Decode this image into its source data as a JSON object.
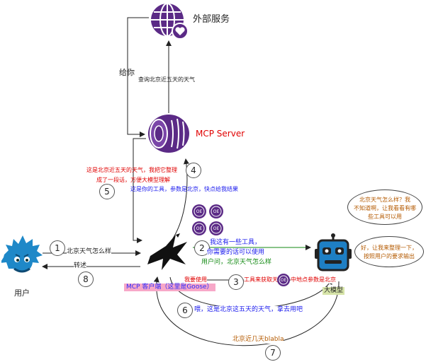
{
  "nodes": {
    "external_service": {
      "label": "外部服务"
    },
    "mcp_server": {
      "label": "MCP Server",
      "color": "#e00000"
    },
    "mcp_client": {
      "label": "MCP 客户端（这里是Goose）",
      "highlight": "#f7a8c8",
      "color": "#2b2bff"
    },
    "user": {
      "label": "用户"
    },
    "llm": {
      "label": "大模型",
      "highlight": "#d6e4a8"
    }
  },
  "edges": {
    "give_you": "给你",
    "query_weather": "查询北京近五天的天气",
    "summary_line1": "这是北京近五天的天气，我把它整理",
    "summary_line2": "成了一段话，方便大模型理解",
    "tools_msg": "这是你的工具，参数是北京，快点给我结果",
    "user_question": "北京天气怎么样",
    "forward": "转述",
    "client_to_llm_line1": "我这有一些工具，",
    "client_to_llm_line2": "你需要的话可以使用",
    "client_to_llm_line3": "用户问，北京天气怎么样",
    "llm_tool_call_a": "我要使用",
    "llm_tool_call_b": "工具来获取天气，",
    "llm_tool_call_c": "中地点参数是北京",
    "client_return": "喂，这是北京这五天的天气，拿去用吧",
    "llm_answer": "北京近几天blabla"
  },
  "steps": [
    "1",
    "2",
    "3",
    "4",
    "5",
    "6",
    "7",
    "8"
  ],
  "tool_icon_text": "OE",
  "bubbles": {
    "thought_line1": "北京天气怎么样？我",
    "thought_line2": "不知道啊，让我看看有哪",
    "thought_line3": "些工具可以用",
    "reply_line1": "好，让我来整理一下，",
    "reply_line2": "按照用户的要求输出"
  },
  "colors": {
    "purple": "#5b2a86",
    "red": "#e00000",
    "blue": "#1a1aee",
    "green": "#138a13",
    "brown": "#b45a00",
    "robot": "#1e7fc4"
  }
}
